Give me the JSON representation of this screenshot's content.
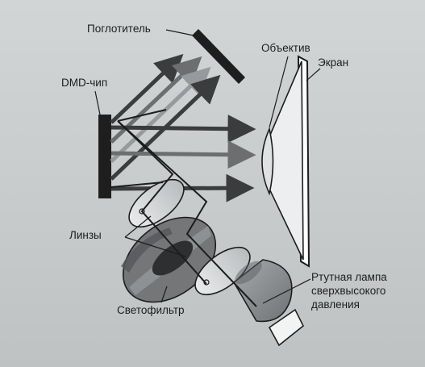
{
  "labels": {
    "absorber": "Поглотитель",
    "dmd_chip": "DMD-чип",
    "objective": "Объектив",
    "screen": "Экран",
    "lenses": "Линзы",
    "filter": "Светофильтр",
    "lamp_line1": "Ртутная лампа",
    "lamp_line2": "сверхвысокого",
    "lamp_line3": "давления"
  },
  "colors": {
    "ink": "#1d1d1d",
    "dark_arrow": "#3a3c3e",
    "mid_arrow": "#6c6e70",
    "light_arrow": "#979a9c",
    "filter_dark": "#2e2f30",
    "filter_mid": "#747678",
    "lamp_body": "#8e9193"
  }
}
